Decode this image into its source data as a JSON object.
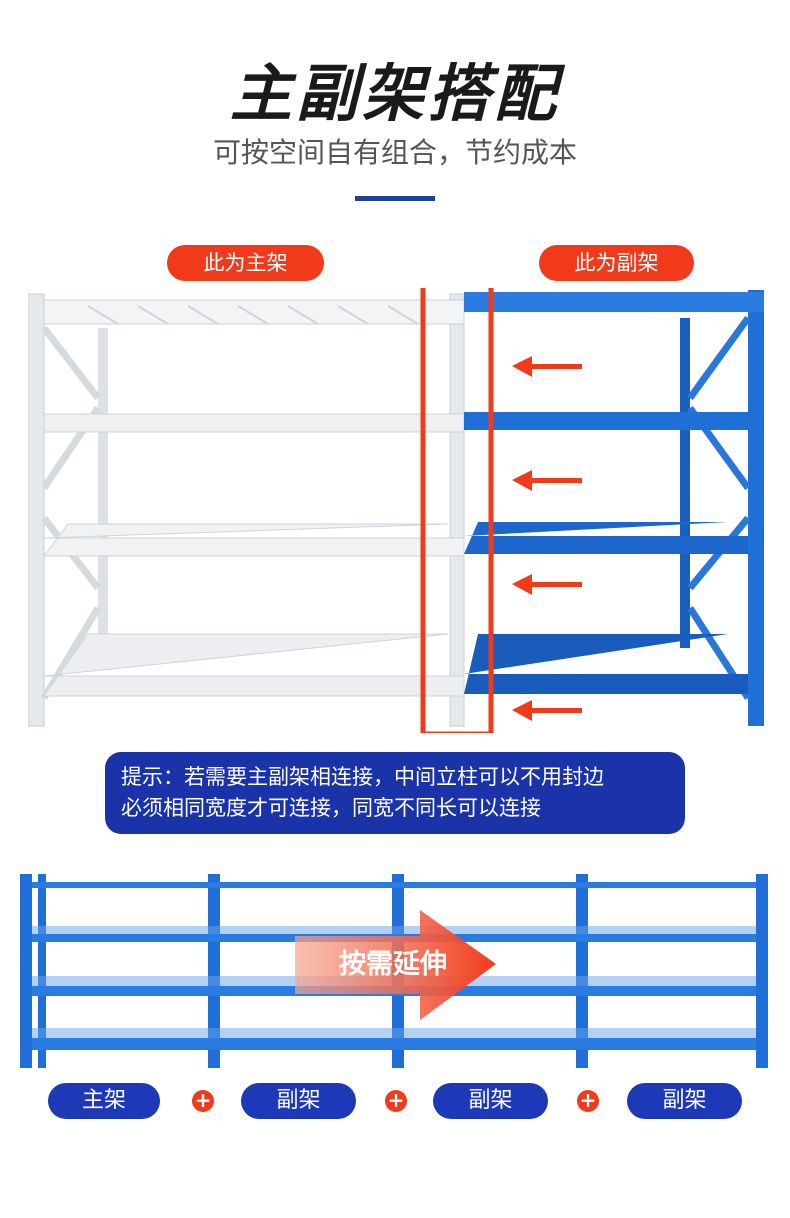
{
  "header": {
    "title": "主副架搭配",
    "subtitle": "可按空间自有组合，节约成本"
  },
  "labels": {
    "main_rack": "此为主架",
    "sub_rack": "此为副架"
  },
  "tip": {
    "line1": "提示：若需要主副架相连接，中间立柱可以不用封边",
    "line2": "必须相同宽度才可连接，同宽不同长可以连接"
  },
  "extend": {
    "label": "按需延伸"
  },
  "combo": {
    "items": [
      "主架",
      "副架",
      "副架",
      "副架"
    ],
    "plus": "+"
  },
  "colors": {
    "accent_red": "#f03a1a",
    "brand_blue": "#1e39b7",
    "rack_blue": "#1f6fd6",
    "rack_white": "#e9ecef"
  }
}
